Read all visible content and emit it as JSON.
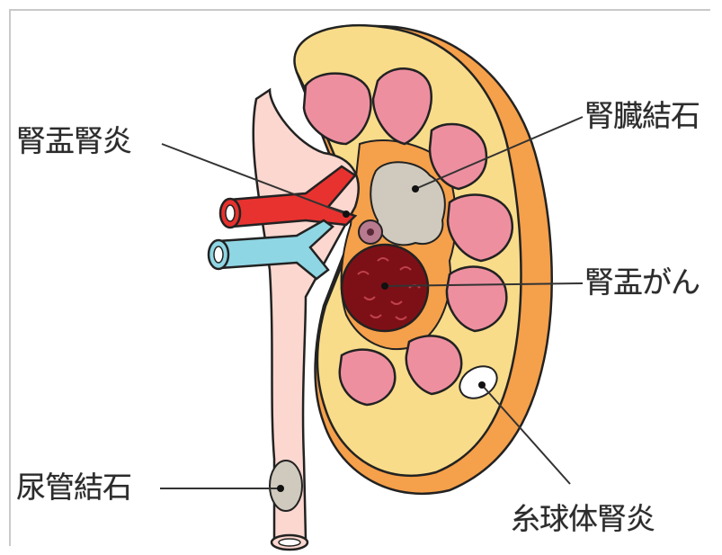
{
  "labels": {
    "pyelonephritis": "腎盂腎炎",
    "kidney_stone": "腎臓結石",
    "renal_pelvis_cancer": "腎盂がん",
    "ureteral_stone": "尿管結石",
    "glomerulonephritis": "糸球体腎炎"
  },
  "colors": {
    "capsule": "#f5a04a",
    "cortex": "#f8dc8a",
    "pyramid": "#ee8fa0",
    "pelvis": "#fbd7cf",
    "artery": "#e8322f",
    "vein": "#8fd6e4",
    "stone": "#cfcabd",
    "tumor": "#7d1016",
    "leader": "#333333"
  }
}
